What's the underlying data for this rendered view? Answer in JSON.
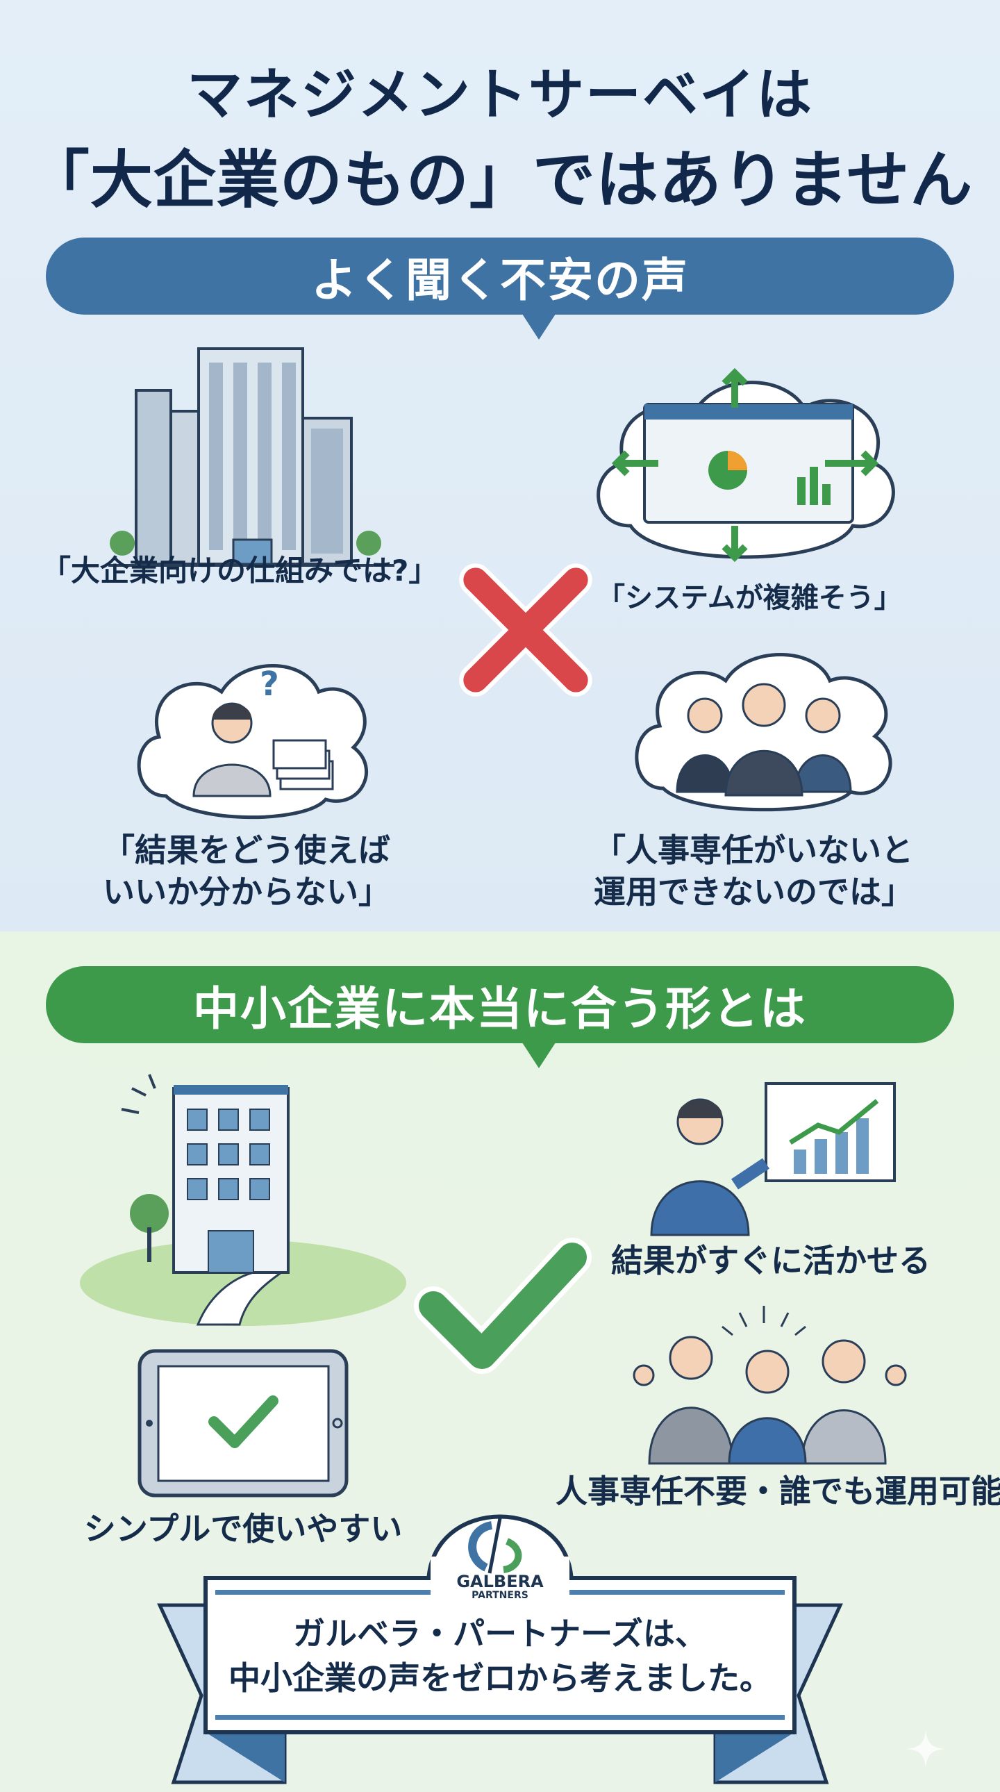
{
  "title": {
    "line1": "マネジメントサーベイは",
    "line2": "「大企業のもの」ではありません"
  },
  "concerns": {
    "banner": "よく聞く不安の声",
    "items": [
      {
        "quote": "「大企業向けの仕組みでは?」",
        "icon": "office-tower-icon"
      },
      {
        "quote": "「システムが複雑そう」",
        "icon": "complex-dashboard-icon"
      },
      {
        "quote_line1": "「結果をどう使えば",
        "quote_line2": "いいか分からない」",
        "icon": "confused-person-icon"
      },
      {
        "quote_line1": "「人事専任がいないと",
        "quote_line2": "運用できないのでは」",
        "icon": "business-team-icon"
      }
    ],
    "mark_icon": "red-x-icon"
  },
  "solutions": {
    "banner": "中小企業に本当に合う形とは",
    "items": [
      {
        "label": "結果がすぐに活かせる",
        "icon": "presenter-chart-icon"
      },
      {
        "label": "シンプルで使いやすい",
        "icon": "tablet-check-icon"
      },
      {
        "label": "人事専任不要・誰でも運用可能",
        "icon": "cheering-team-icon"
      }
    ],
    "mark_icon": "green-check-icon"
  },
  "footer": {
    "logo_line1": "GALBERA",
    "logo_line2": "PARTNERS",
    "message_line1": "ガルベラ・パートナーズは、",
    "message_line2": "中小企業の声をゼロから考えました。"
  },
  "colors": {
    "navy": "#12284a",
    "blue": "#3f73a3",
    "green": "#3e9a4b",
    "red": "#d9474b"
  }
}
